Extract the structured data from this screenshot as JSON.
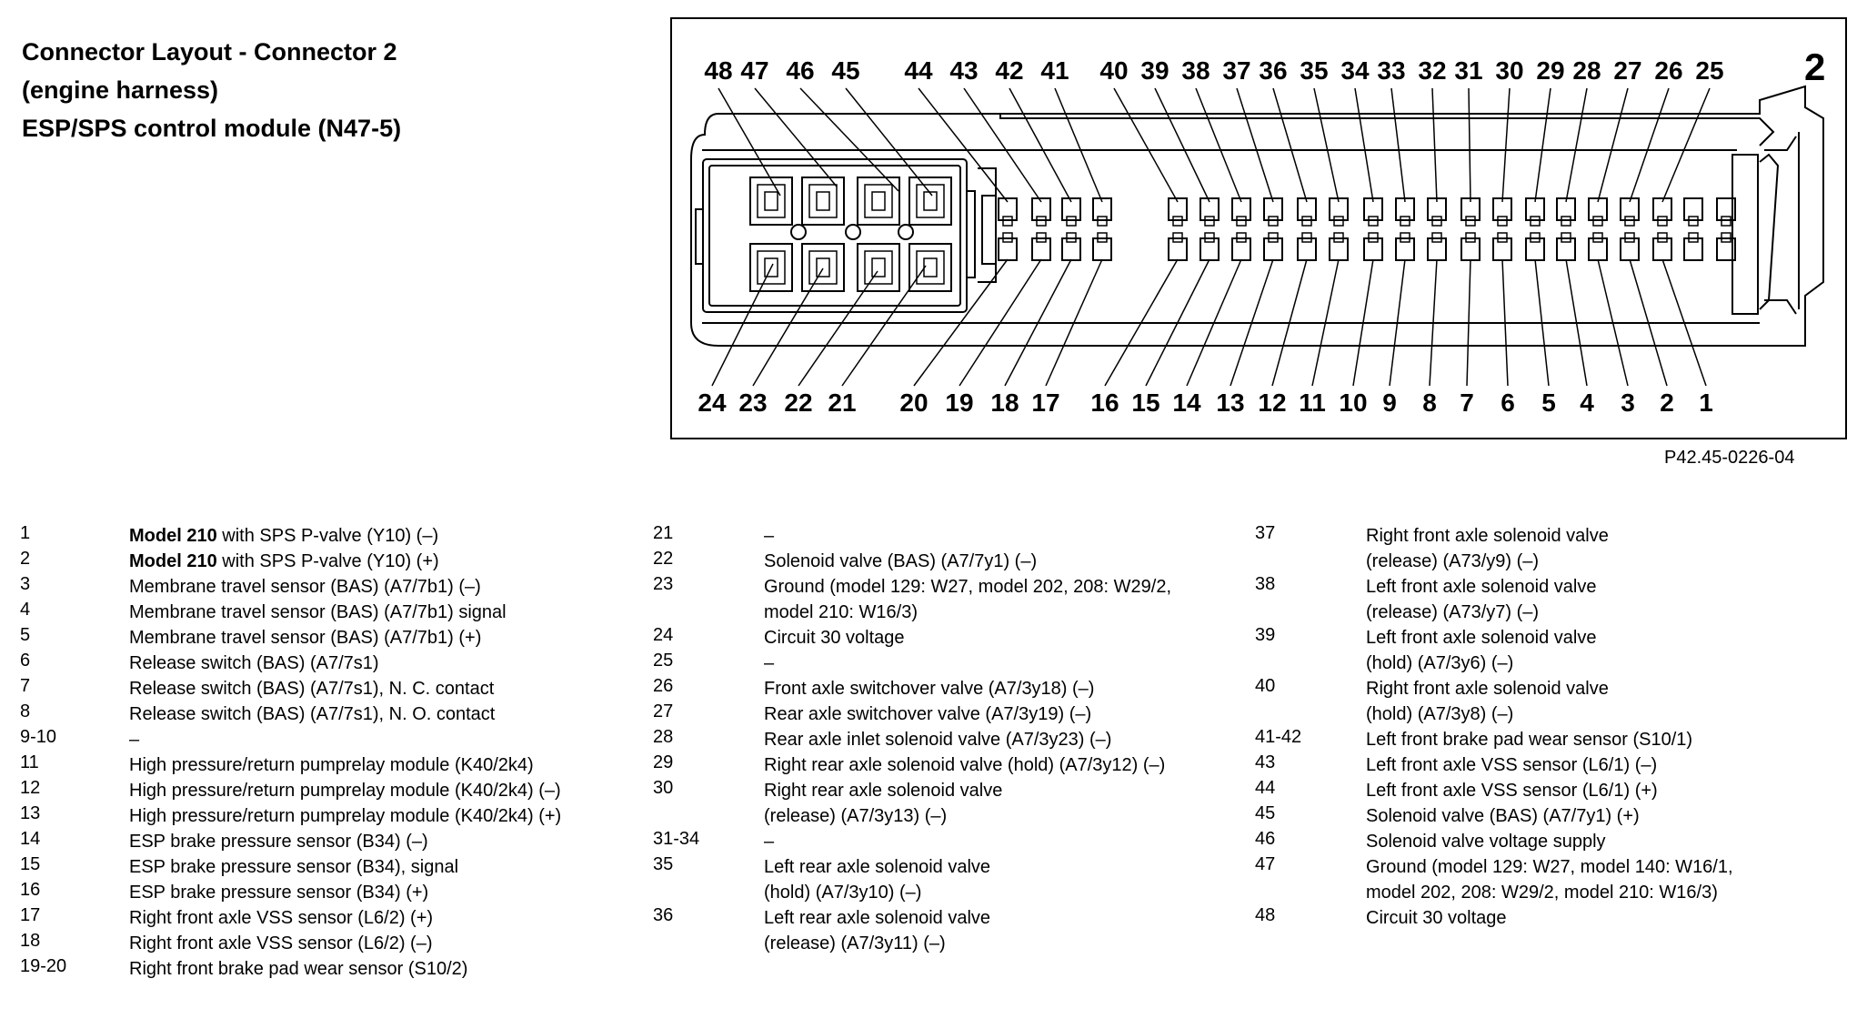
{
  "title": {
    "lines": [
      "Connector Layout - Connector 2",
      "(engine harness)",
      "ESP/SPS control module (N47-5)"
    ]
  },
  "connector": {
    "id": "2",
    "figure_ref": "P42.45-0226-04",
    "top_pin_labels": [
      "48",
      "47",
      "46",
      "45",
      "44",
      "43",
      "42",
      "41",
      "40",
      "39",
      "38",
      "37",
      "36",
      "35",
      "34",
      "33",
      "32",
      "31",
      "30",
      "29",
      "28",
      "27",
      "26",
      "25"
    ],
    "bottom_pin_labels": [
      "24",
      "23",
      "22",
      "21",
      "20",
      "19",
      "18",
      "17",
      "16",
      "15",
      "14",
      "13",
      "12",
      "11",
      "10",
      "9",
      "8",
      "7",
      "6",
      "5",
      "4",
      "3",
      "2",
      "1"
    ]
  },
  "legend": {
    "col1": [
      {
        "pin": "1",
        "bold": "Model 210",
        "text": " with SPS P-valve (Y10) (–)"
      },
      {
        "pin": "2",
        "bold": "Model 210",
        "text": " with SPS P-valve (Y10) (+)"
      },
      {
        "pin": "3",
        "bold": "",
        "text": "Membrane travel sensor (BAS) (A7/7b1) (–)"
      },
      {
        "pin": "4",
        "bold": "",
        "text": "Membrane travel sensor (BAS) (A7/7b1) signal"
      },
      {
        "pin": "5",
        "bold": "",
        "text": "Membrane travel sensor (BAS) (A7/7b1) (+)"
      },
      {
        "pin": "6",
        "bold": "",
        "text": "Release switch (BAS) (A7/7s1)"
      },
      {
        "pin": "7",
        "bold": "",
        "text": "Release switch (BAS) (A7/7s1), N. C. contact"
      },
      {
        "pin": "8",
        "bold": "",
        "text": "Release switch (BAS) (A7/7s1), N. O. contact"
      },
      {
        "pin": "9-10",
        "bold": "",
        "text": "–"
      },
      {
        "pin": "11",
        "bold": "",
        "text": "High pressure/return pumprelay module (K40/2k4)"
      },
      {
        "pin": "12",
        "bold": "",
        "text": "High pressure/return pumprelay module (K40/2k4) (–)"
      },
      {
        "pin": "13",
        "bold": "",
        "text": "High pressure/return pumprelay module (K40/2k4) (+)"
      },
      {
        "pin": "14",
        "bold": "",
        "text": "ESP brake pressure sensor (B34) (–)"
      },
      {
        "pin": "15",
        "bold": "",
        "text": "ESP brake pressure sensor (B34), signal"
      },
      {
        "pin": "16",
        "bold": "",
        "text": "ESP brake pressure sensor (B34) (+)"
      },
      {
        "pin": "17",
        "bold": "",
        "text": "Right front axle VSS sensor (L6/2) (+)"
      },
      {
        "pin": "18",
        "bold": "",
        "text": "Right front axle VSS sensor (L6/2) (–)"
      },
      {
        "pin": "19-20",
        "bold": "",
        "text": "Right front brake pad wear sensor (S10/2)"
      }
    ],
    "col2": [
      {
        "pin": "21",
        "lines": [
          "–"
        ]
      },
      {
        "pin": "22",
        "lines": [
          "Solenoid valve (BAS) (A7/7y1) (–)"
        ]
      },
      {
        "pin": "23",
        "lines": [
          "Ground (model 129: W27, model 202, 208: W29/2,",
          "model 210: W16/3)"
        ]
      },
      {
        "pin": "24",
        "lines": [
          "Circuit 30 voltage"
        ]
      },
      {
        "pin": "25",
        "lines": [
          "–"
        ]
      },
      {
        "pin": "26",
        "lines": [
          "Front axle switchover valve (A7/3y18) (–)"
        ]
      },
      {
        "pin": "27",
        "lines": [
          "Rear axle switchover valve (A7/3y19) (–)"
        ]
      },
      {
        "pin": "28",
        "lines": [
          "Rear axle inlet solenoid valve (A7/3y23) (–)"
        ]
      },
      {
        "pin": "29",
        "lines": [
          "Right rear axle solenoid valve (hold) (A7/3y12) (–)"
        ]
      },
      {
        "pin": "30",
        "lines": [
          "Right rear axle solenoid valve",
          "(release) (A7/3y13) (–)"
        ]
      },
      {
        "pin": "31-34",
        "lines": [
          "–"
        ]
      },
      {
        "pin": "35",
        "lines": [
          "Left rear axle solenoid valve",
          "(hold) (A7/3y10) (–)"
        ]
      },
      {
        "pin": "36",
        "lines": [
          "Left rear axle solenoid valve",
          "(release) (A7/3y11) (–)"
        ]
      }
    ],
    "col3": [
      {
        "pin": "37",
        "lines": [
          "Right front axle solenoid valve",
          "(release) (A73/y9) (–)"
        ]
      },
      {
        "pin": "38",
        "lines": [
          "Left front axle solenoid valve",
          "(release) (A73/y7) (–)"
        ]
      },
      {
        "pin": "39",
        "lines": [
          "Left front axle solenoid valve",
          "(hold) (A7/3y6) (–)"
        ]
      },
      {
        "pin": "40",
        "lines": [
          "Right front axle solenoid valve",
          "(hold) (A7/3y8) (–)"
        ]
      },
      {
        "pin": "41-42",
        "lines": [
          "Left front brake pad wear sensor (S10/1)"
        ]
      },
      {
        "pin": "43",
        "lines": [
          "Left front axle VSS sensor (L6/1) (–)"
        ]
      },
      {
        "pin": "44",
        "lines": [
          "Left front axle VSS sensor (L6/1) (+)"
        ]
      },
      {
        "pin": "45",
        "lines": [
          "Solenoid valve (BAS) (A7/7y1) (+)"
        ]
      },
      {
        "pin": "46",
        "lines": [
          "Solenoid valve voltage supply"
        ]
      },
      {
        "pin": "47",
        "lines": [
          "Ground (model 129: W27, model 140: W16/1,",
          "model 202, 208: W29/2, model 210: W16/3)"
        ]
      },
      {
        "pin": "48",
        "lines": [
          "Circuit 30 voltage"
        ]
      }
    ]
  }
}
